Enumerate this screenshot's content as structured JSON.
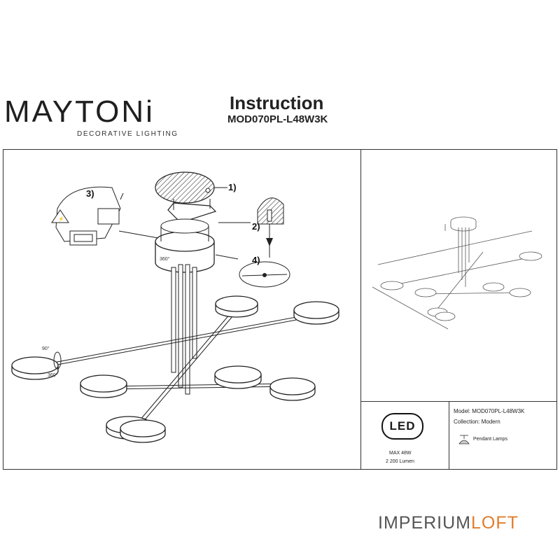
{
  "brand": {
    "name": "MAYTONi",
    "tagline": "DECORATIVE LIGHTING"
  },
  "document": {
    "title": "Instruction",
    "model_code": "MOD070PL-L48W3K"
  },
  "steps": [
    "1)",
    "2)",
    "3)",
    "4)"
  ],
  "rotation_labels": [
    "90°",
    "360°",
    "360°"
  ],
  "specs": {
    "led_badge": "LED",
    "max_power": "MAX 48W",
    "lumen": "2 200 Lumen",
    "model": "Model: MOD070PL-L48W3K",
    "collection": "Collection: Modern",
    "type": "Pendant Lamps"
  },
  "footer": {
    "logo_part1": "IMPERIUM",
    "logo_part2": "LOFT"
  },
  "colors": {
    "accent": "#e07d2c",
    "ink": "#1a1a1a"
  }
}
